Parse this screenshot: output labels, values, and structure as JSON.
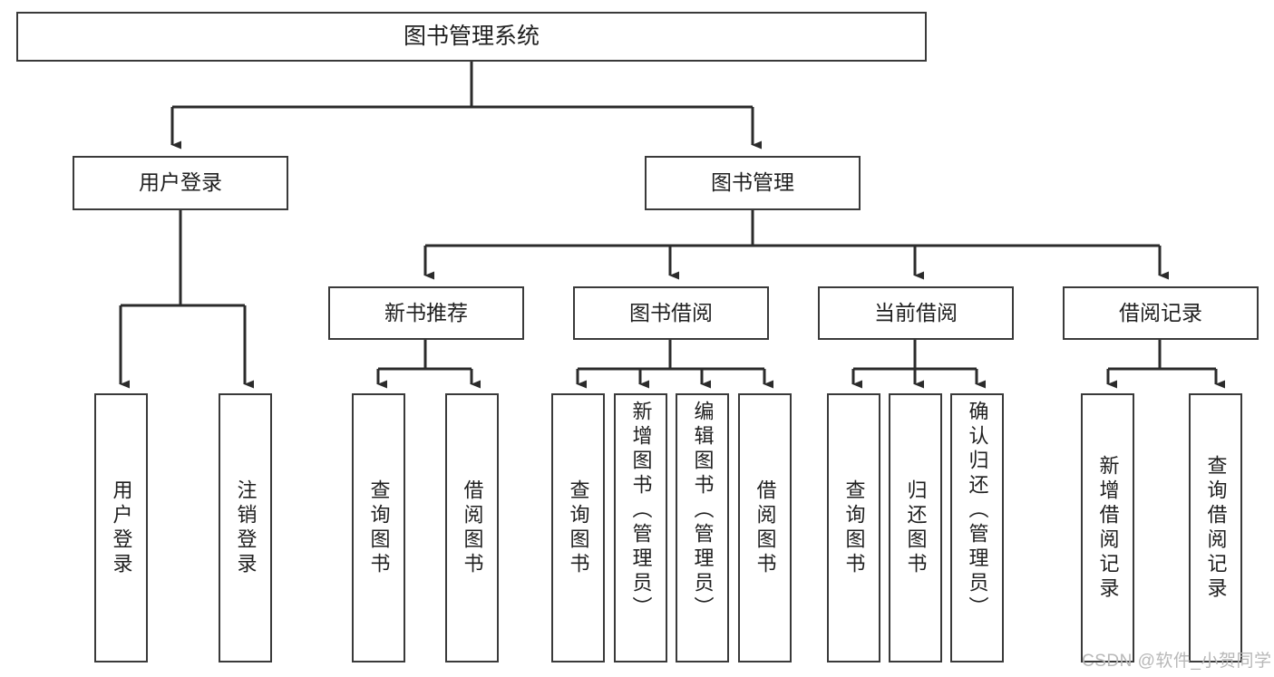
{
  "diagram": {
    "type": "tree",
    "title": "图书管理系统",
    "orientation": "top-down",
    "colors": {
      "box_stroke": "#3a3a3a",
      "box_fill": "#ffffff",
      "connector": "#2b2b2b",
      "text": "#1f1f1f",
      "watermark": "#b8b8b8",
      "background": "#ffffff"
    },
    "nodes": {
      "root": {
        "label": "图书管理系统"
      },
      "user_login": {
        "label": "用户登录"
      },
      "book_manage": {
        "label": "图书管理"
      },
      "new_book_rec": {
        "label": "新书推荐"
      },
      "book_borrow": {
        "label": "图书借阅"
      },
      "current_borrow": {
        "label": "当前借阅"
      },
      "borrow_record": {
        "label": "借阅记录"
      },
      "leaf_user_login": {
        "label": "用户登录"
      },
      "leaf_logout": {
        "label": "注销登录"
      },
      "leaf_query_book_1": {
        "label": "查询图书"
      },
      "leaf_borrow_book_1": {
        "label": "借阅图书"
      },
      "leaf_query_book_2": {
        "label": "查询图书"
      },
      "leaf_add_book_admin": {
        "label": "新增图书（管理员）"
      },
      "leaf_edit_book_admin": {
        "label": "编辑图书（管理员）"
      },
      "leaf_borrow_book_2": {
        "label": "借阅图书"
      },
      "leaf_query_book_3": {
        "label": "查询图书"
      },
      "leaf_return_book": {
        "label": "归还图书"
      },
      "leaf_confirm_return_admin": {
        "label": "确认归还（管理员）"
      },
      "leaf_add_borrow_record": {
        "label": "新增借阅记录"
      },
      "leaf_query_borrow_record": {
        "label": "查询借阅记录"
      }
    },
    "edges": [
      {
        "from": "root",
        "to": "user_login"
      },
      {
        "from": "root",
        "to": "book_manage"
      },
      {
        "from": "user_login",
        "to": "leaf_user_login"
      },
      {
        "from": "user_login",
        "to": "leaf_logout"
      },
      {
        "from": "book_manage",
        "to": "new_book_rec"
      },
      {
        "from": "book_manage",
        "to": "book_borrow"
      },
      {
        "from": "book_manage",
        "to": "current_borrow"
      },
      {
        "from": "book_manage",
        "to": "borrow_record"
      },
      {
        "from": "new_book_rec",
        "to": "leaf_query_book_1"
      },
      {
        "from": "new_book_rec",
        "to": "leaf_borrow_book_1"
      },
      {
        "from": "book_borrow",
        "to": "leaf_query_book_2"
      },
      {
        "from": "book_borrow",
        "to": "leaf_add_book_admin"
      },
      {
        "from": "book_borrow",
        "to": "leaf_edit_book_admin"
      },
      {
        "from": "book_borrow",
        "to": "leaf_borrow_book_2"
      },
      {
        "from": "current_borrow",
        "to": "leaf_query_book_3"
      },
      {
        "from": "current_borrow",
        "to": "leaf_return_book"
      },
      {
        "from": "current_borrow",
        "to": "leaf_confirm_return_admin"
      },
      {
        "from": "borrow_record",
        "to": "leaf_add_borrow_record"
      },
      {
        "from": "borrow_record",
        "to": "leaf_query_borrow_record"
      }
    ]
  },
  "watermark": {
    "text": "CSDN @软件_小贺同学"
  }
}
